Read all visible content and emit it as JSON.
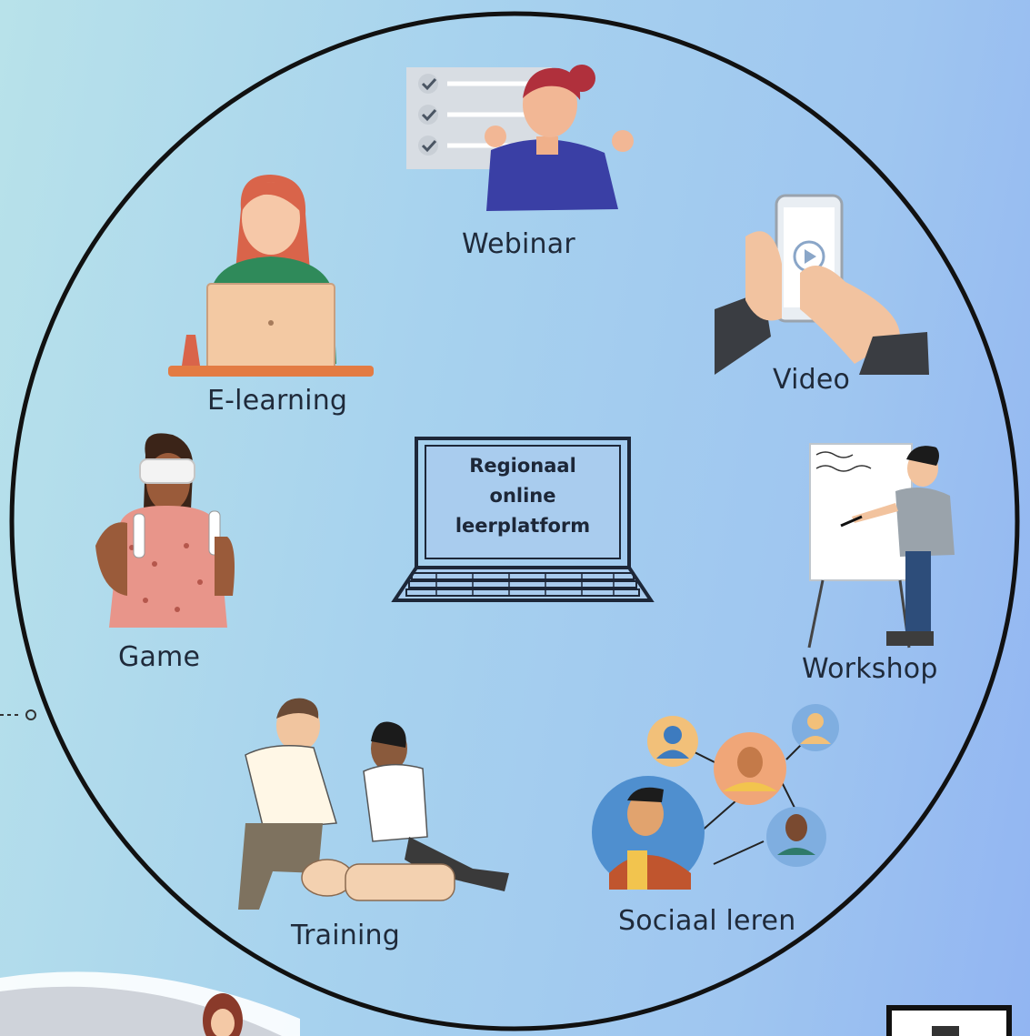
{
  "diagram": {
    "center": {
      "lines": [
        "Regionaal",
        "online",
        "leerplatform"
      ]
    },
    "nodes": [
      {
        "id": "webinar",
        "label": "Webinar",
        "icon": "webinar-checklist-person-icon"
      },
      {
        "id": "video",
        "label": "Video",
        "icon": "hand-phone-play-icon"
      },
      {
        "id": "workshop",
        "label": "Workshop",
        "icon": "flipchart-presenter-icon"
      },
      {
        "id": "sociaal",
        "label": "Sociaal leren",
        "icon": "social-network-people-icon"
      },
      {
        "id": "training",
        "label": "Training",
        "icon": "cpr-training-icon"
      },
      {
        "id": "game",
        "label": "Game",
        "icon": "vr-headset-player-icon"
      },
      {
        "id": "elearning",
        "label": "E-learning",
        "icon": "laptop-learner-icon"
      }
    ],
    "colors": {
      "background_left": "#b8e2ea",
      "background_right": "#92b5f2",
      "outline": "#111111",
      "laptop_screen": "#a9ccee"
    }
  }
}
